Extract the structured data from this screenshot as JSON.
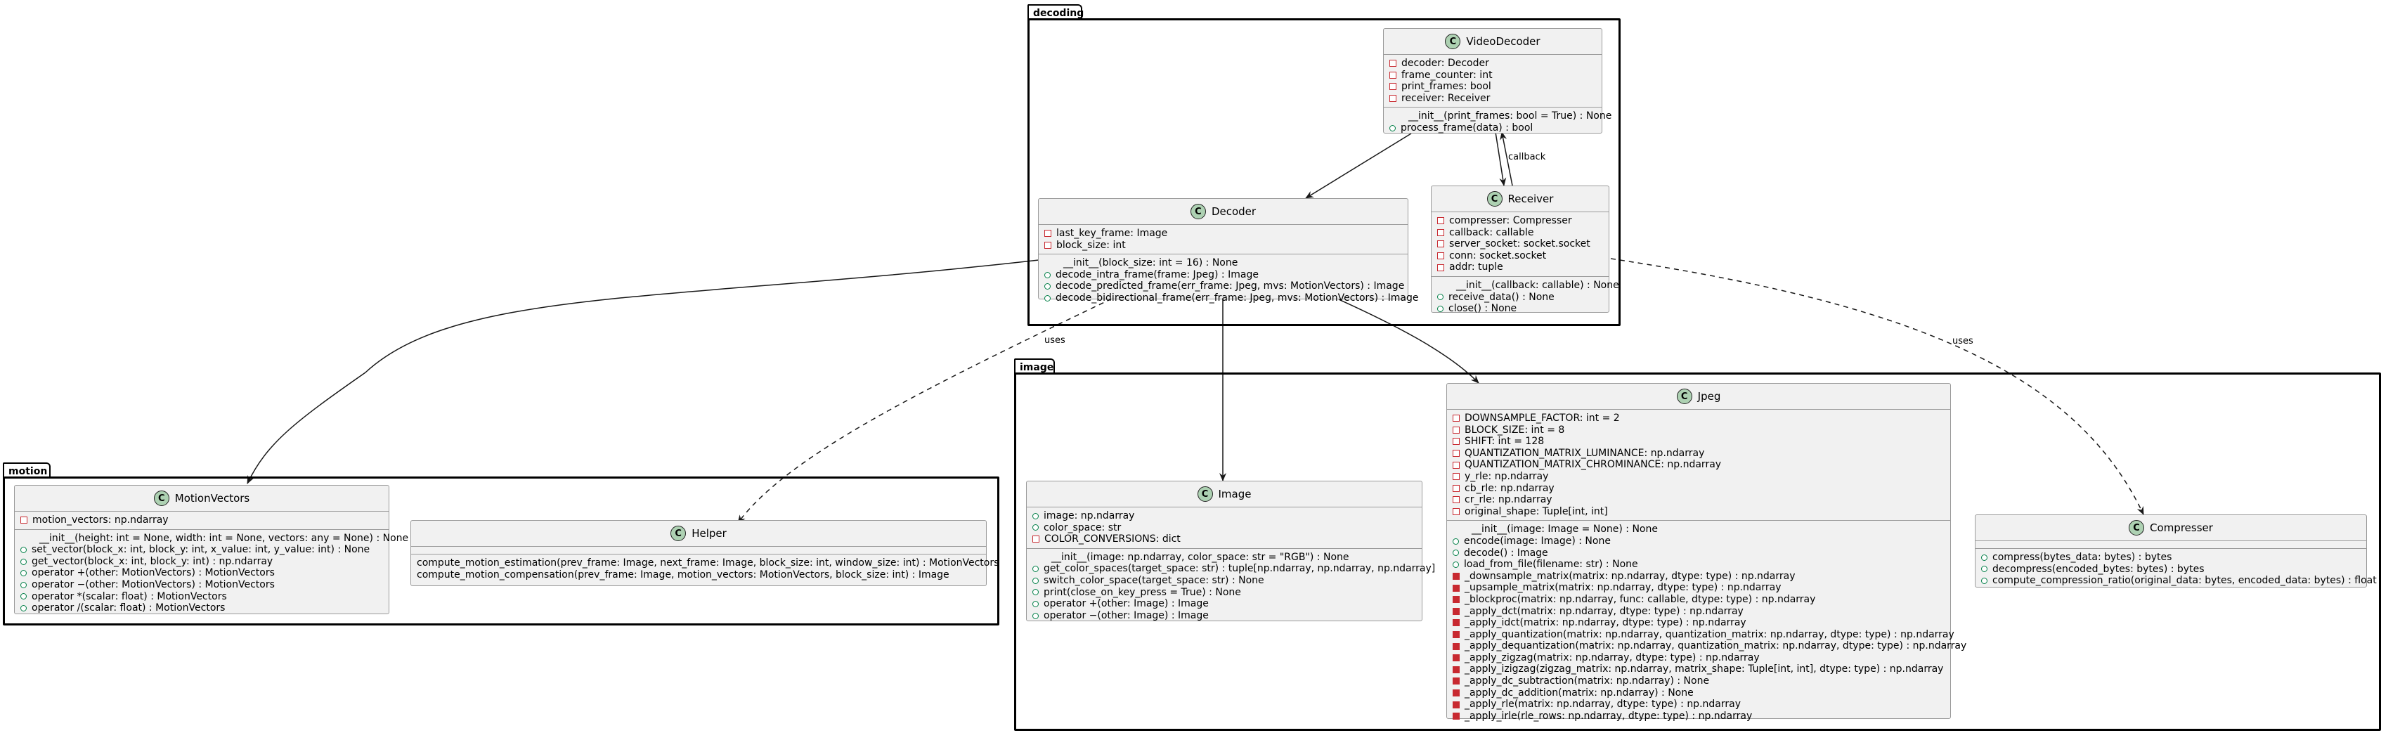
{
  "packages": {
    "decoding": {
      "name": "decoding"
    },
    "image": {
      "name": "image"
    },
    "motion": {
      "name": "motion"
    }
  },
  "classes": {
    "videodecoder": {
      "name": "VideoDecoder",
      "fields": [
        "decoder: Decoder",
        "frame_counter: int",
        "print_frames: bool",
        "receiver: Receiver"
      ],
      "methods": [
        "__init__(print_frames: bool = True) : None",
        "process_frame(data) : bool"
      ]
    },
    "decoder": {
      "name": "Decoder",
      "fields": [
        "last_key_frame: Image",
        "block_size: int"
      ],
      "methods": [
        "__init__(block_size: int = 16) : None",
        "decode_intra_frame(frame: Jpeg) : Image",
        "decode_predicted_frame(err_frame: Jpeg, mvs: MotionVectors) : Image",
        "decode_bidirectional_frame(err_frame: Jpeg, mvs: MotionVectors) : Image"
      ]
    },
    "receiver": {
      "name": "Receiver",
      "fields": [
        "compresser: Compresser",
        "callback: callable",
        "server_socket: socket.socket",
        "conn: socket.socket",
        "addr: tuple"
      ],
      "methods": [
        "__init__(callback: callable) : None",
        "receive_data() : None",
        "close() : None"
      ]
    },
    "motionvectors": {
      "name": "MotionVectors",
      "fields": [
        "motion_vectors: np.ndarray"
      ],
      "methods": [
        "__init__(height: int = None, width: int = None, vectors: any = None) : None",
        "set_vector(block_x: int, block_y: int, x_value: int, y_value: int) : None",
        "get_vector(block_x: int, block_y: int) : np.ndarray",
        "operator +(other: MotionVectors) : MotionVectors",
        "operator −(other: MotionVectors) : MotionVectors",
        "operator *(scalar: float) : MotionVectors",
        "operator /(scalar: float) : MotionVectors"
      ]
    },
    "helper": {
      "name": "Helper",
      "methods": [
        "compute_motion_estimation(prev_frame: Image, next_frame: Image, block_size: int, window_size: int) : MotionVectors",
        "compute_motion_compensation(prev_frame: Image, motion_vectors: MotionVectors, block_size: int) : Image"
      ]
    },
    "image": {
      "name": "Image",
      "fields": [
        "image: np.ndarray",
        "color_space: str",
        "COLOR_CONVERSIONS: dict"
      ],
      "methods": [
        "__init__(image: np.ndarray, color_space: str = \"RGB\") : None",
        "get_color_spaces(target_space: str) : tuple[np.ndarray, np.ndarray, np.ndarray]",
        "switch_color_space(target_space: str) : None",
        "print(close_on_key_press = True) : None",
        "operator +(other: Image) : Image",
        "operator −(other: Image) : Image"
      ]
    },
    "jpeg": {
      "name": "Jpeg",
      "fields": [
        "DOWNSAMPLE_FACTOR: int = 2",
        "BLOCK_SIZE: int = 8",
        "SHIFT: int = 128",
        "QUANTIZATION_MATRIX_LUMINANCE: np.ndarray",
        "QUANTIZATION_MATRIX_CHROMINANCE: np.ndarray",
        "y_rle: np.ndarray",
        "cb_rle: np.ndarray",
        "cr_rle: np.ndarray",
        "original_shape: Tuple[int, int]"
      ],
      "methods": [
        "__init__(image: Image = None) : None",
        "encode(image: Image) : None",
        "decode() : Image",
        "load_from_file(filename: str) : None",
        "_downsample_matrix(matrix: np.ndarray, dtype: type) : np.ndarray",
        "_upsample_matrix(matrix: np.ndarray, dtype: type) : np.ndarray",
        "_blockproc(matrix: np.ndarray, func: callable, dtype: type) : np.ndarray",
        "_apply_dct(matrix: np.ndarray, dtype: type) : np.ndarray",
        "_apply_idct(matrix: np.ndarray, dtype: type) : np.ndarray",
        "_apply_quantization(matrix: np.ndarray, quantization_matrix: np.ndarray, dtype: type) : np.ndarray",
        "_apply_dequantization(matrix: np.ndarray, quantization_matrix: np.ndarray, dtype: type) : np.ndarray",
        "_apply_zigzag(matrix: np.ndarray, dtype: type) : np.ndarray",
        "_apply_izigzag(zigzag_matrix: np.ndarray, matrix_shape: Tuple[int, int], dtype: type) : np.ndarray",
        "_apply_dc_subtraction(matrix: np.ndarray) : None",
        "_apply_dc_addition(matrix: np.ndarray) : None",
        "_apply_rle(matrix: np.ndarray, dtype: type) : np.ndarray",
        "_apply_irle(rle_rows: np.ndarray, dtype: type) : np.ndarray"
      ]
    },
    "compresser": {
      "name": "Compresser",
      "methods": [
        "compress(bytes_data: bytes) : bytes",
        "decompress(encoded_bytes: bytes) : bytes",
        "compute_compression_ratio(original_data: bytes, encoded_data: bytes) : float"
      ]
    }
  },
  "edge_labels": {
    "callback": "callback",
    "uses_helper": "uses",
    "uses_compresser": "uses"
  },
  "class_icon": {
    "letter": "C",
    "color": "#add1b2"
  },
  "colors": {
    "private": "#c82930",
    "public": "#038048"
  }
}
